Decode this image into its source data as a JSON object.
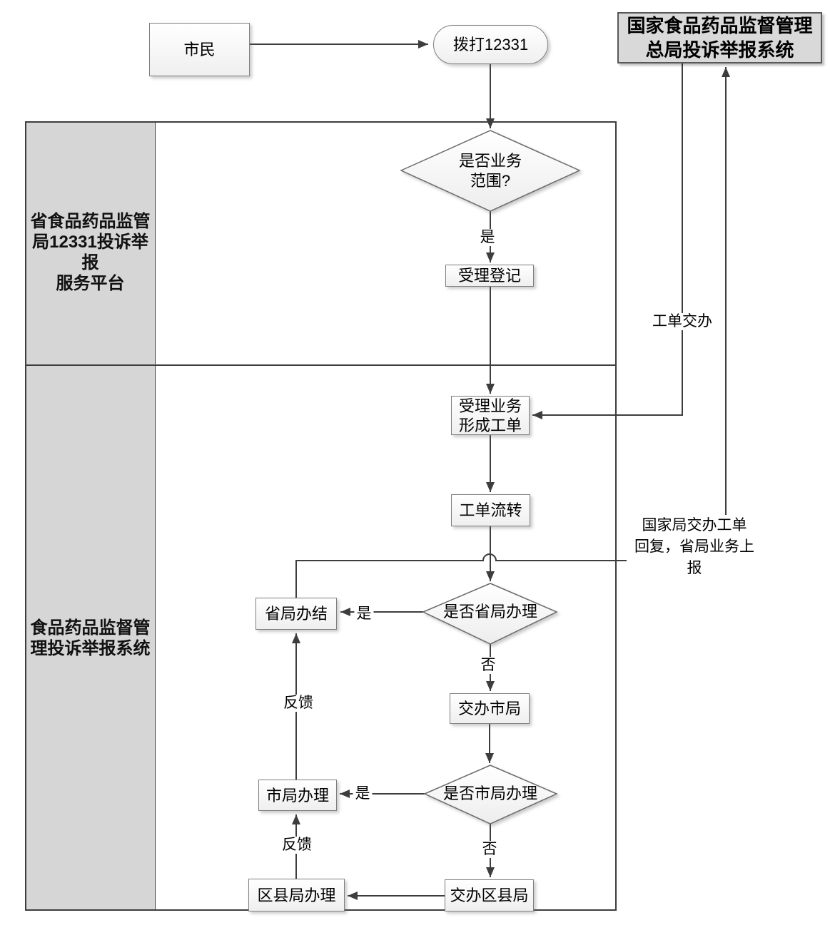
{
  "lanes": {
    "provincial_platform": "省食品药品监管\n局12331投诉举报\n服务平台",
    "fda_system": "食品药品监督管\n理投诉举报系统"
  },
  "nodes": {
    "citizen": "市民",
    "call_12331": "拨打12331",
    "national_system": "国家食品药品监督管理\n总局投诉举报系统",
    "scope_check": "是否业务\n范围?",
    "register": "受理登记",
    "accept_form_order": "受理业务\n形成工单",
    "order_flow": "工单流转",
    "provincial_check": "是否省局办理",
    "provincial_done": "省局办结",
    "assign_city": "交办市局",
    "city_check": "是否市局办理",
    "city_handle": "市局办理",
    "assign_district": "交办区县局",
    "district_handle": "区县局办理"
  },
  "edge_labels": {
    "yes_scope": "是",
    "yes_provincial": "是",
    "yes_city": "是",
    "no_provincial": "否",
    "no_city": "否",
    "feedback_city": "反馈",
    "feedback_district": "反馈",
    "order_assign": "工单交办",
    "national_report": "国家局交办工单\n回复，省局业务上报"
  },
  "colors": {
    "line": "#3d3d3d",
    "lane_fill": "#d6d6d6",
    "national_fill": "#d9d9d9",
    "node_border": "#7f7f7f"
  }
}
